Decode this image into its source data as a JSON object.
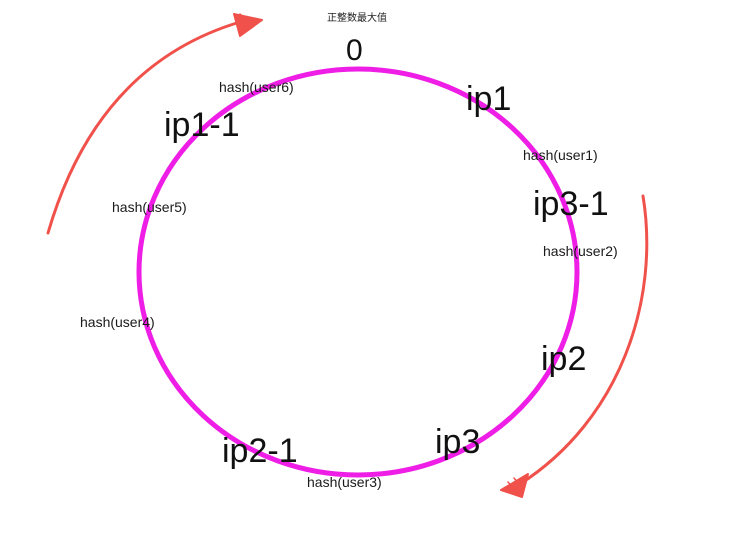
{
  "diagram": {
    "title": "正整数最大值",
    "zero_label": "0",
    "ring_color": "#ee1ee6",
    "arrow_color": "#f0514a",
    "nodes": {
      "ip1": "ip1",
      "ip1_1": "ip1-1",
      "ip2": "ip2",
      "ip2_1": "ip2-1",
      "ip3": "ip3",
      "ip3_1": "ip3-1"
    },
    "hashes": {
      "user1": "hash(user1)",
      "user2": "hash(user2)",
      "user3": "hash(user3)",
      "user4": "hash(user4)",
      "user5": "hash(user5)",
      "user6": "hash(user6)"
    }
  }
}
